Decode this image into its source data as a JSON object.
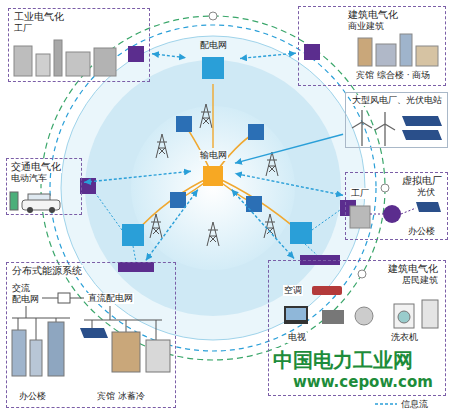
{
  "diagram": {
    "nodes": [
      {
        "text": [
          "工业电气化",
          "工厂"
        ]
      },
      {
        "text": [
          "建筑电气化",
          "商业建筑"
        ]
      },
      {
        "text": [
          "大型风电厂、光伏电站"
        ]
      },
      {
        "text": [
          "交通电气化",
          "电动汽车"
        ]
      },
      {
        "text": [
          "虚拟电厂"
        ]
      },
      {
        "text": [
          "分布式能源系统"
        ]
      },
      {
        "text": [
          "交流 配电网"
        ],
        "in": 5
      },
      {
        "text": [
          "直流配电网"
        ],
        "in": 5
      },
      {
        "text": [
          "建筑电气化",
          "居民建筑"
        ]
      },
      {
        "text": [
          "空调"
        ],
        "in": 8
      },
      {
        "text": [
          "配电网"
        ]
      },
      {
        "text": [
          "输电网"
        ]
      }
    ],
    "edges": [
      {
        "from": 0,
        "to": 10,
        "arrow": "both"
      },
      {
        "from": 1,
        "to": 10,
        "arrow": "both"
      },
      {
        "from": 10,
        "to": 11,
        "arrow": "none"
      },
      {
        "from": 2,
        "to": 11,
        "arrow": "to"
      },
      {
        "from": 3,
        "to": 11,
        "arrow": "both"
      },
      {
        "from": 4,
        "to": 11,
        "arrow": "both"
      },
      {
        "from": 5,
        "to": 11,
        "arrow": "both"
      },
      {
        "from": 8,
        "to": 11,
        "arrow": "both"
      }
    ],
    "labels": [
      "宾馆 综合楼 · 商场",
      "工厂",
      "光伏",
      "办公楼",
      "办公楼",
      "宾馆 冰蓄冷",
      "电视",
      "洗衣机",
      "中国电力工业网",
      "www.cepow.com"
    ],
    "legend": [
      {
        "text": "信息流"
      }
    ]
  }
}
